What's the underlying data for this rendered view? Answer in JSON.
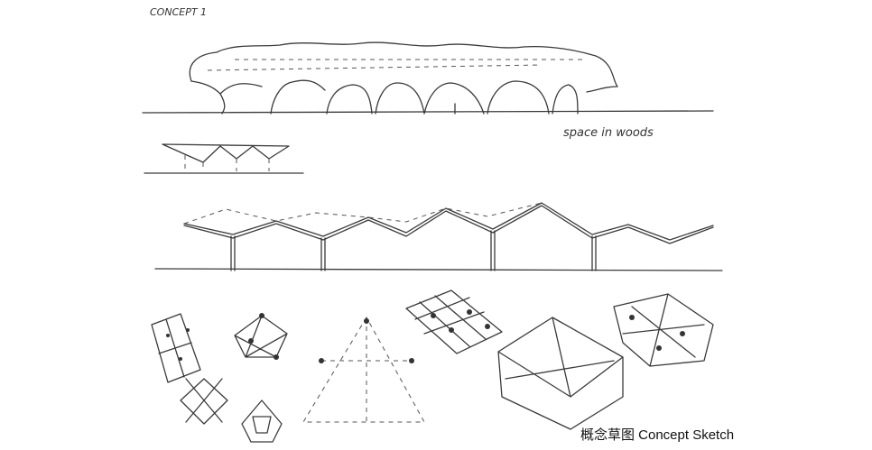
{
  "sketch": {
    "title": "CONCEPT 1",
    "annotation": "space in woods"
  },
  "caption": "概念草图 Concept Sketch"
}
